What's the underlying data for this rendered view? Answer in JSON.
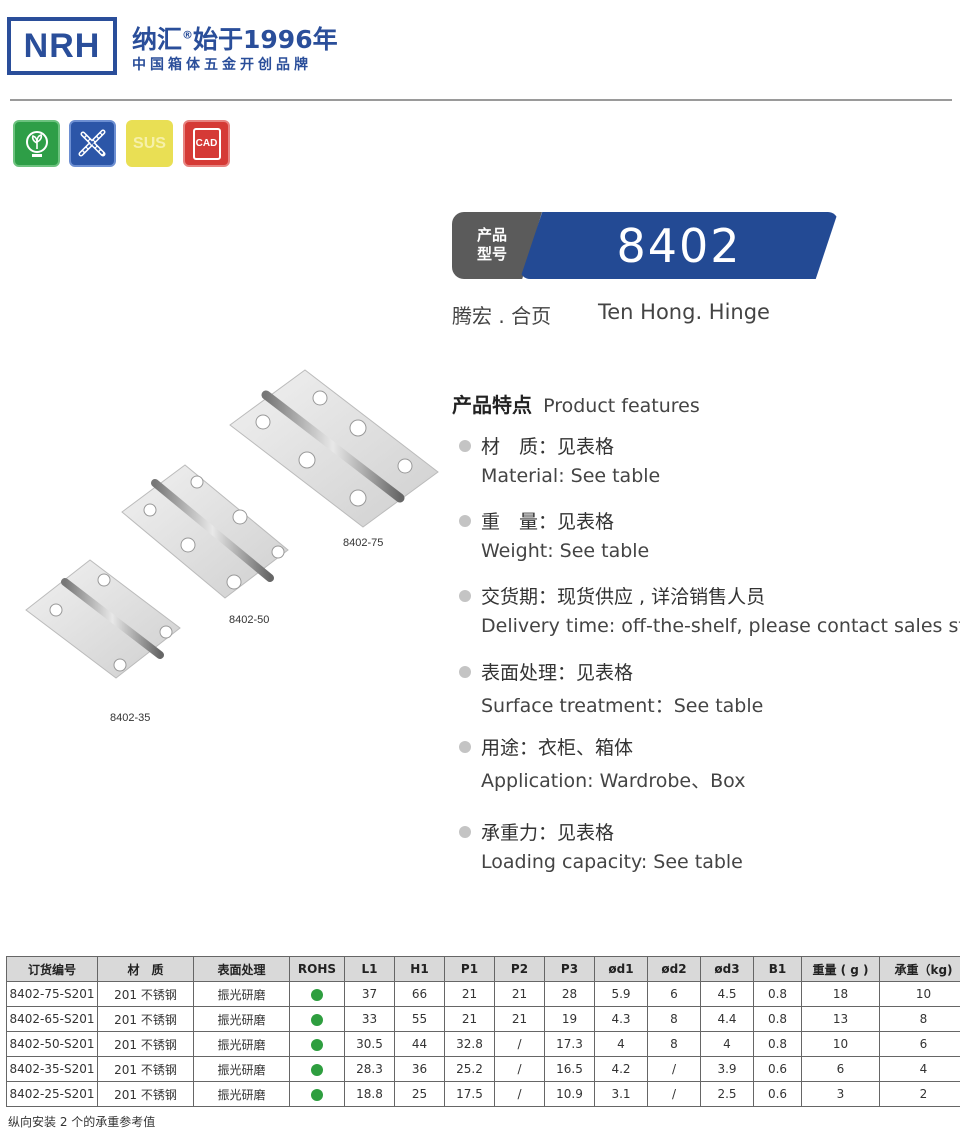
{
  "header": {
    "logo": "NRH",
    "brand_name": "纳汇",
    "registered_mark": "®",
    "since": "始于1996年",
    "slogan": "中国箱体五金开创品牌"
  },
  "badges": [
    {
      "name": "eco-icon",
      "label": "",
      "color": "#2e9e47"
    },
    {
      "name": "tools-icon",
      "label": "",
      "color": "#2c56a8"
    },
    {
      "name": "sus-icon",
      "label": "SUS",
      "color": "#e9df54"
    },
    {
      "name": "cad-icon",
      "label": "CAD",
      "color": "#d53a36"
    }
  ],
  "product": {
    "model_tag_line1": "产品",
    "model_tag_line2": "型号",
    "model_number": "8402",
    "name_cn": "腾宏 . 合页",
    "name_en": "Ten Hong. Hinge",
    "image_labels": [
      "8402-75",
      "8402-50",
      "8402-35"
    ]
  },
  "features": {
    "heading_cn": "产品特点",
    "heading_en": "Product features",
    "items": [
      {
        "cn": "材　质：见表格",
        "en": "Material: See table"
      },
      {
        "cn": "重　量：见表格",
        "en": " Weight: See table"
      },
      {
        "cn": "交货期：现货供应 , 详洽销售人员",
        "en": "Delivery time: off-the-shelf, please contact sales staff"
      },
      {
        "cn": "表面处理：见表格",
        "en": "Surface treatment：See table"
      },
      {
        "cn": "用途：衣柜、箱体",
        "en": "Application: Wardrobe、Box"
      },
      {
        "cn": "承重力：见表格",
        "en": "Loading capacity: See table"
      }
    ]
  },
  "table": {
    "headers": [
      "订货编号",
      "材　质",
      "表面处理",
      "ROHS",
      "L1",
      "H1",
      "P1",
      "P2",
      "P3",
      "ød1",
      "ød2",
      "ød3",
      "B1",
      "重量 ( g )",
      "承重（kg)"
    ],
    "rows": [
      [
        "8402-75-S201",
        "201 不锈钢",
        "振光研磨",
        "",
        "37",
        "66",
        "21",
        "21",
        "28",
        "5.9",
        "6",
        "4.5",
        "0.8",
        "18",
        "10"
      ],
      [
        "8402-65-S201",
        "201 不锈钢",
        "振光研磨",
        "",
        "33",
        "55",
        "21",
        "21",
        "19",
        "4.3",
        "8",
        "4.4",
        "0.8",
        "13",
        "8"
      ],
      [
        "8402-50-S201",
        "201 不锈钢",
        "振光研磨",
        "",
        "30.5",
        "44",
        "32.8",
        "/",
        "17.3",
        "4",
        "8",
        "4",
        "0.8",
        "10",
        "6"
      ],
      [
        "8402-35-S201",
        "201 不锈钢",
        "振光研磨",
        "",
        "28.3",
        "36",
        "25.2",
        "/",
        "16.5",
        "4.2",
        "/",
        "3.9",
        "0.6",
        "6",
        "4"
      ],
      [
        "8402-25-S201",
        "201 不锈钢",
        "振光研磨",
        "",
        "18.8",
        "25",
        "17.5",
        "/",
        "10.9",
        "3.1",
        "/",
        "2.5",
        "0.6",
        "3",
        "2"
      ]
    ],
    "rohs_color": "#2e9e3f",
    "note": "纵向安装 2 个的承重参考值"
  }
}
